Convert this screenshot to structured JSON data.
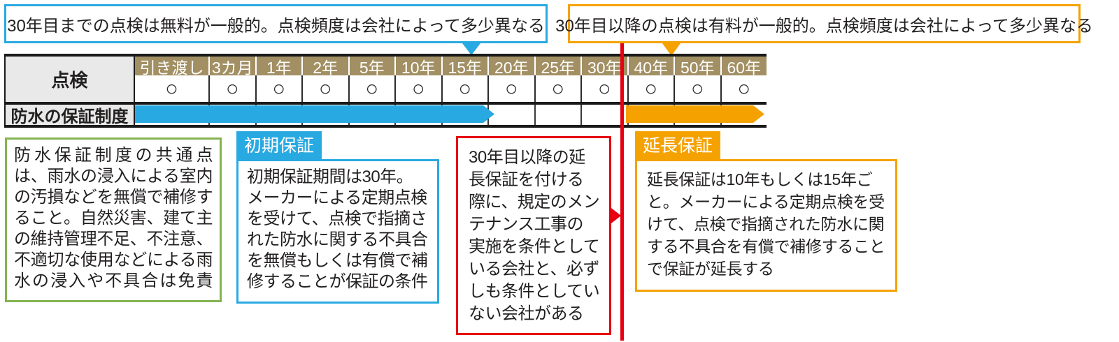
{
  "callouts": {
    "left": {
      "text": "30年目までの点検は無料が一般的。点検頻度は会社によって多少異なる"
    },
    "right": {
      "text": "30年目以降の点検は有料が一般的。点検頻度は会社によって多少異なる"
    }
  },
  "table": {
    "row_inspection_label": "点検",
    "row_warranty_label": "防水の保証制度",
    "columns": [
      "引き渡し",
      "3カ月",
      "1年",
      "2年",
      "5年",
      "10年",
      "15年",
      "20年",
      "25年",
      "30年",
      "40年",
      "50年",
      "60年"
    ],
    "marks": [
      "○",
      "○",
      "○",
      "○",
      "○",
      "○",
      "○",
      "○",
      "○",
      "○",
      "○",
      "○",
      "○"
    ]
  },
  "timeline": {
    "initial_warranty_span": "引き渡し〜30年",
    "extended_warranty_span": "40年〜60年"
  },
  "notes": {
    "common": {
      "text": "防水保証制度の共通点\nは、雨水の浸入による室内\nの汚損などを無償で補修す\nること。自然災害、建て主\nの維持管理不足、不注意、\n不適切な使用などによる雨\n水の浸入や不具合は免責"
    },
    "initial": {
      "tab": "初期保証",
      "text": "初期保証期間は30年。\nメーカーによる定期点検\nを受けて、点検で指摘さ\nれた防水に関する不具合\nを無償もしくは有償で補\n修することが保証の条件"
    },
    "extension_condition": {
      "text": "30年目以降の延\n長保証を付ける\n際に、規定のメン\nテナンス工事の\n実施を条件として\nいる会社と、必ず\nしも条件としてい\nない会社がある"
    },
    "extended": {
      "tab": "延長保証",
      "text": "延長保証は10年もしくは15年ご\nと。メーカーによる定期点検を受\nけて、点検で指摘された防水に関\nする不具合を有償で補修すること\nで保証が延長する"
    }
  },
  "colors": {
    "blue_accent": "#29a9e1",
    "orange_accent": "#f5a200",
    "red_accent": "#e60012",
    "green_accent": "#84b350",
    "header_brown": "#a28f63",
    "label_gray": "#e9e9e9",
    "border_black": "#1a1a1a"
  }
}
